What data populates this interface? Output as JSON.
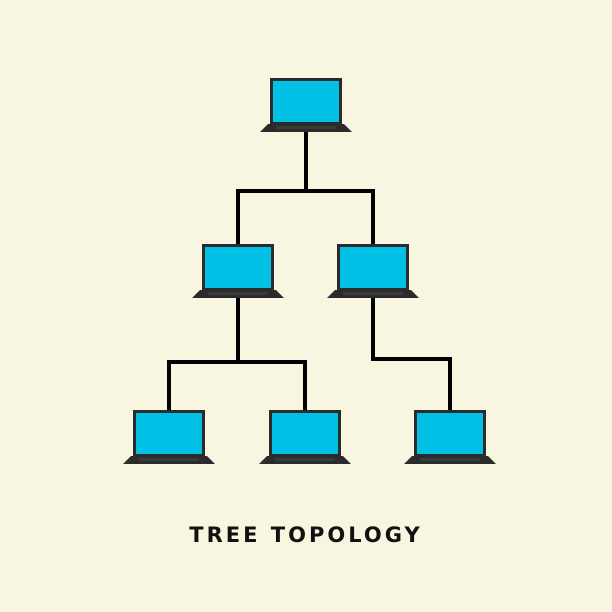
{
  "title": "TREE TOPOLOGY",
  "colors": {
    "background": "#f8f6e0",
    "screen": "#00c0e6",
    "device_outline": "#2b2b2b",
    "keyboard": "#3a3a3a",
    "connector": "#000000"
  },
  "icon": "laptop-icon",
  "nodes": [
    {
      "id": "root"
    },
    {
      "id": "mid-left"
    },
    {
      "id": "mid-right"
    },
    {
      "id": "leaf-1"
    },
    {
      "id": "leaf-2"
    },
    {
      "id": "leaf-3"
    }
  ],
  "links": [
    {
      "from": "root",
      "to": "mid-left"
    },
    {
      "from": "root",
      "to": "mid-right"
    },
    {
      "from": "mid-left",
      "to": "leaf-1"
    },
    {
      "from": "mid-left",
      "to": "leaf-2"
    },
    {
      "from": "mid-right",
      "to": "leaf-3"
    }
  ]
}
